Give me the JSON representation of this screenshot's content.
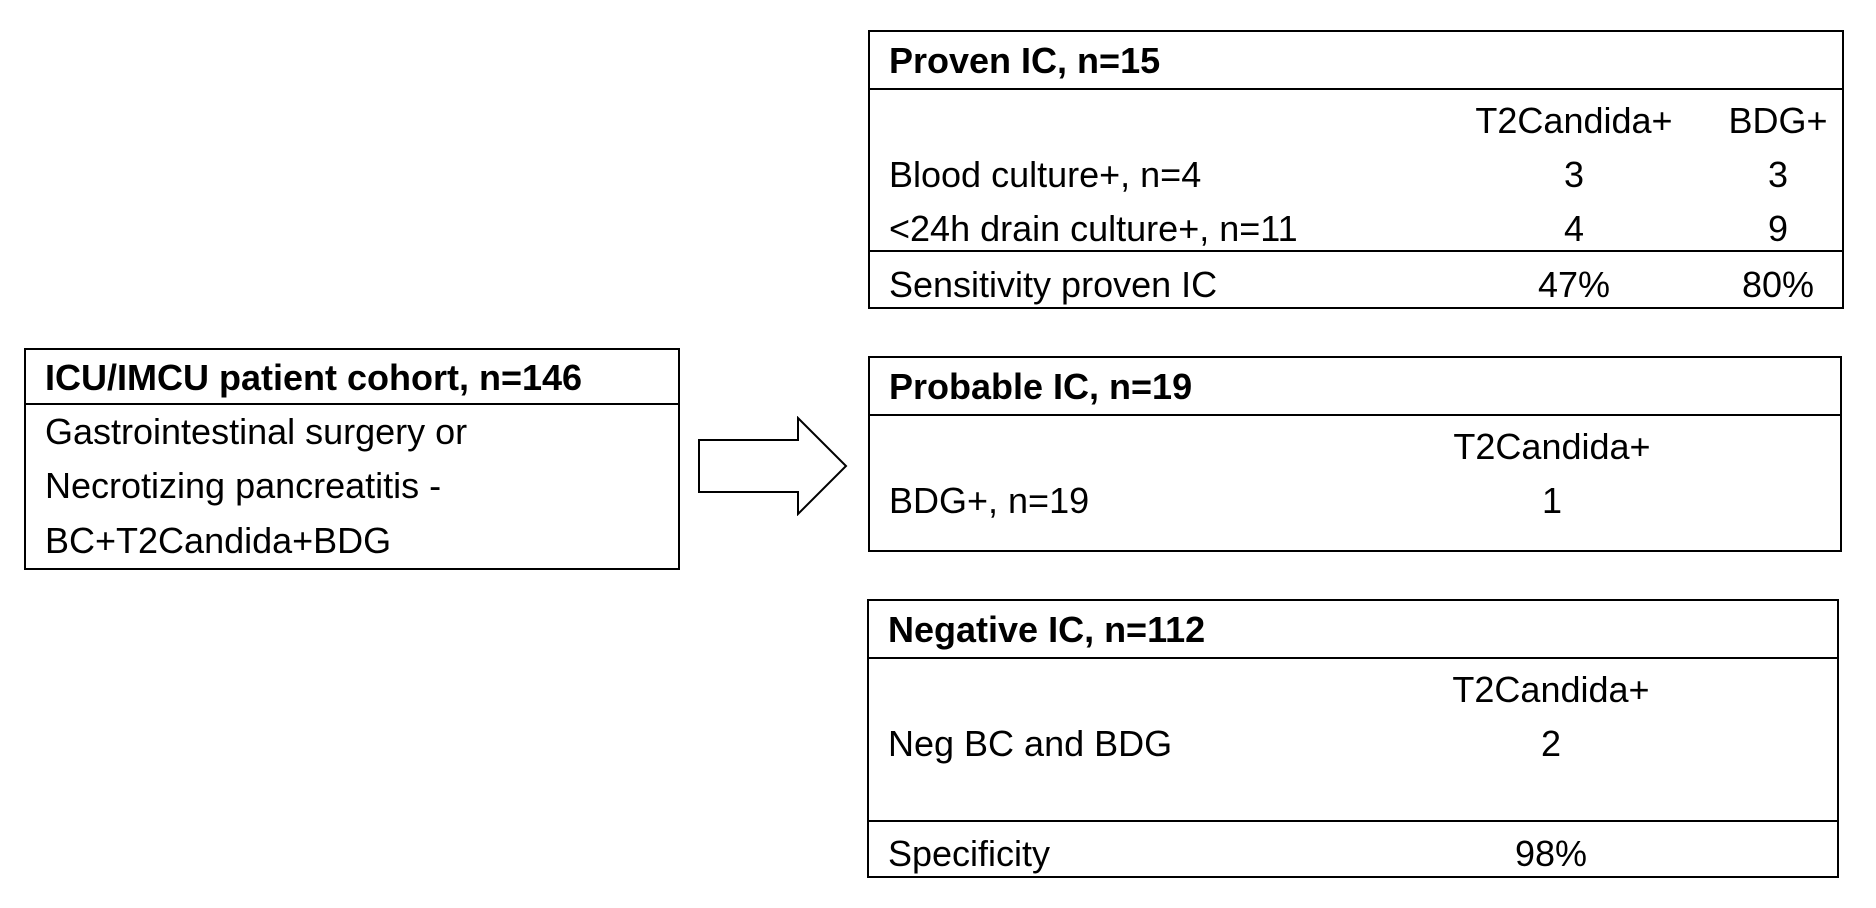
{
  "cohort": {
    "title": "ICU/IMCU patient cohort, n=146",
    "lines": [
      "Gastrointestinal surgery or",
      "Necrotizing pancreatitis -",
      "BC+T2Candida+BDG"
    ]
  },
  "proven": {
    "title": "Proven IC, n=15",
    "col1": "T2Candida+",
    "col2": "BDG+",
    "rows": [
      {
        "label": "Blood culture+, n=4",
        "v1": "3",
        "v2": "3"
      },
      {
        "label": "<24h drain culture+, n=11",
        "v1": "4",
        "v2": "9"
      }
    ],
    "footer": {
      "label": "Sensitivity proven IC",
      "v1": "47%",
      "v2": "80%"
    }
  },
  "probable": {
    "title": "Probable IC, n=19",
    "col1": "T2Candida+",
    "row": {
      "label": "BDG+, n=19",
      "v1": "1"
    }
  },
  "negative": {
    "title": "Negative IC, n=112",
    "col1": "T2Candida+",
    "row": {
      "label": "Neg BC and BDG",
      "v1": "2"
    },
    "footer": {
      "label": "Specificity",
      "v1": "98%"
    }
  }
}
